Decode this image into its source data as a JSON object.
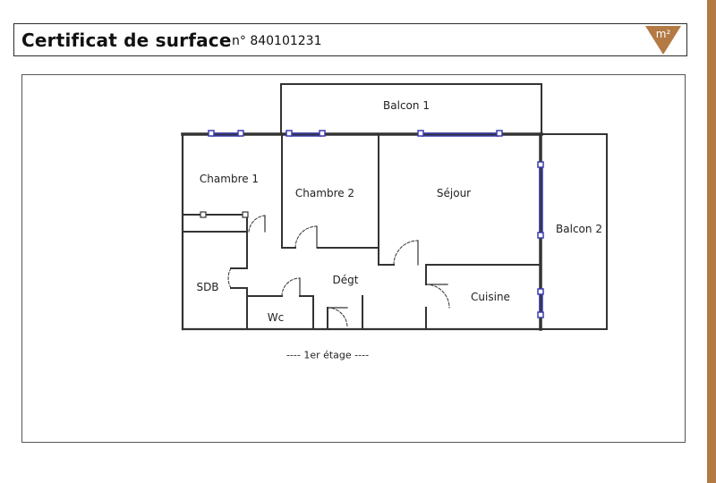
{
  "header": {
    "title": "Certificat de surface",
    "number": "n° 840101231",
    "logo_text": "m²"
  },
  "plan": {
    "rooms": {
      "balcon1": "Balcon 1",
      "chambre1": "Chambre 1",
      "chambre2": "Chambre 2",
      "sejour": "Séjour",
      "balcon2": "Balcon 2",
      "sdb": "SDB",
      "degt": "Dégt",
      "wc": "Wc",
      "cuisine": "Cuisine"
    },
    "floor_label": "----  1er étage  ----"
  },
  "colors": {
    "accent": "#b47a44",
    "window": "#3b3bb0",
    "wall": "#333333"
  }
}
